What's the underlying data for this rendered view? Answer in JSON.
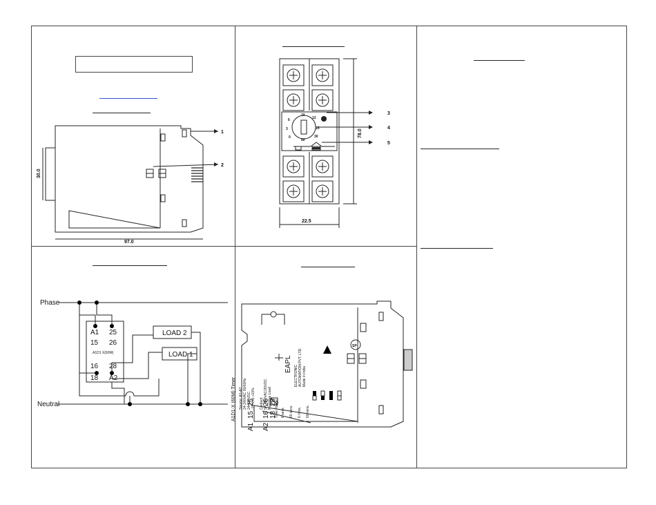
{
  "dimensions": {
    "height": "30.0",
    "depth": "97.0",
    "length": "78.0",
    "width": "22.5"
  },
  "callouts": [
    "1",
    "2",
    "3",
    "4",
    "5"
  ],
  "wiring": {
    "phase": "Phase",
    "neutral": "Neutral",
    "load1": "LOAD 1",
    "load2": "LOAD 2",
    "terminals": {
      "a1": "A1",
      "t25": "25",
      "t15": "15",
      "t26": "26",
      "t16": "16",
      "t28": "28",
      "t18": "18",
      "a2": "A2"
    },
    "model": "A1D1 X(60M)"
  },
  "dial": {
    "ticks": [
      "10",
      "12",
      "15",
      "6",
      "3",
      "0",
      "30",
      "60"
    ]
  },
  "label": {
    "model": "A1D1-X (60M) Timer",
    "source_title": "Source: A1-A2",
    "source_1": "24-240VAC 50/60Hz",
    "source_2": "24-220VDC",
    "source_3": "-15% to +10%",
    "contact_title": "Contact:",
    "contact_1": "5A, 250VAC/30VDC",
    "contact_2": "Resistive Load",
    "time_range": "Time Range :",
    "range_1": "6 secs.",
    "range_2": "60 secs.",
    "range_3": "6 mins.",
    "range_4": "60 mins.",
    "brand": "EAPL",
    "maker_1": "ELECTRONIC",
    "maker_2": "AUTOMATION PVT. LTD.",
    "maker_3": "Made in India",
    "terminal_a1": "A1",
    "terminal_a2": "A2",
    "terminal_15": "15",
    "terminal_25": "25",
    "terminal_16": "16",
    "terminal_18": "18",
    "terminal_26": "26",
    "terminal_28": "28",
    "csa_mark": "SP"
  },
  "colors": {
    "line": "#222222",
    "link": "#3355cc",
    "black": "#000000",
    "grey": "#cccccc"
  }
}
